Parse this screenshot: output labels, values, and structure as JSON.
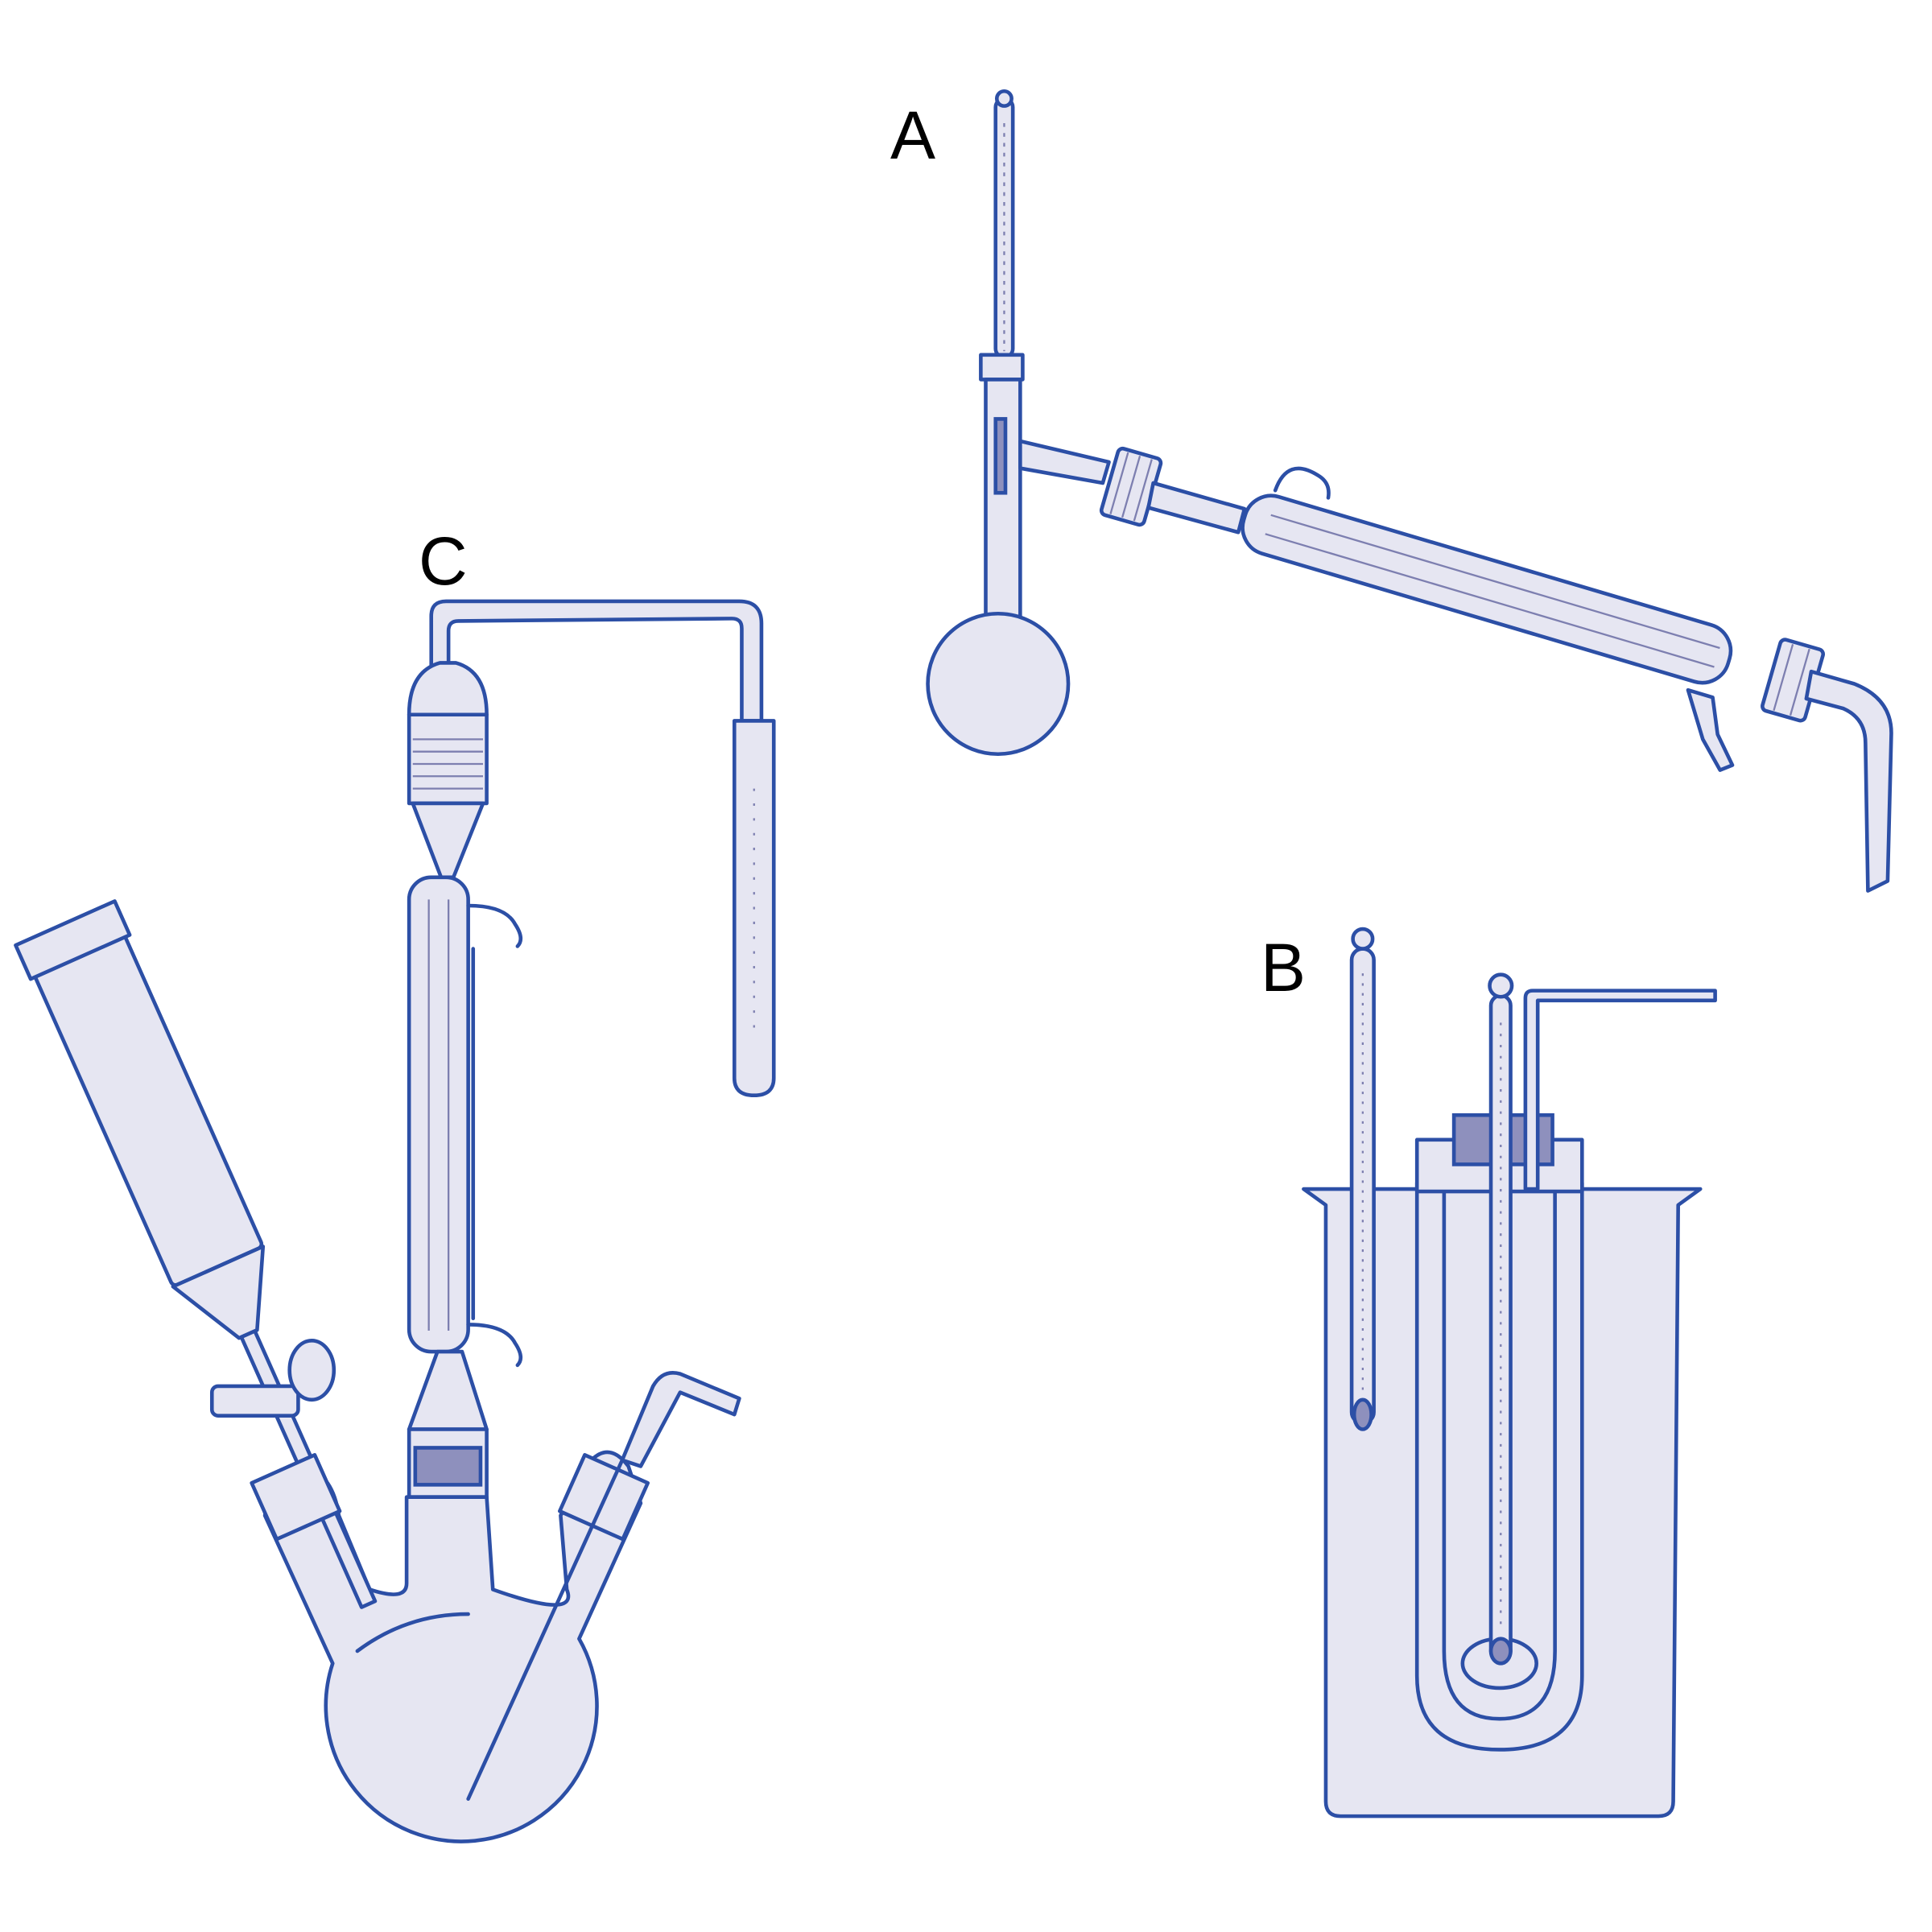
{
  "labels": {
    "a": "A",
    "b": "B",
    "c": "C"
  },
  "colors": {
    "outline": "#2c4fa6",
    "glass_fill": "#e6e6f2",
    "shading": "#8e90bd"
  }
}
